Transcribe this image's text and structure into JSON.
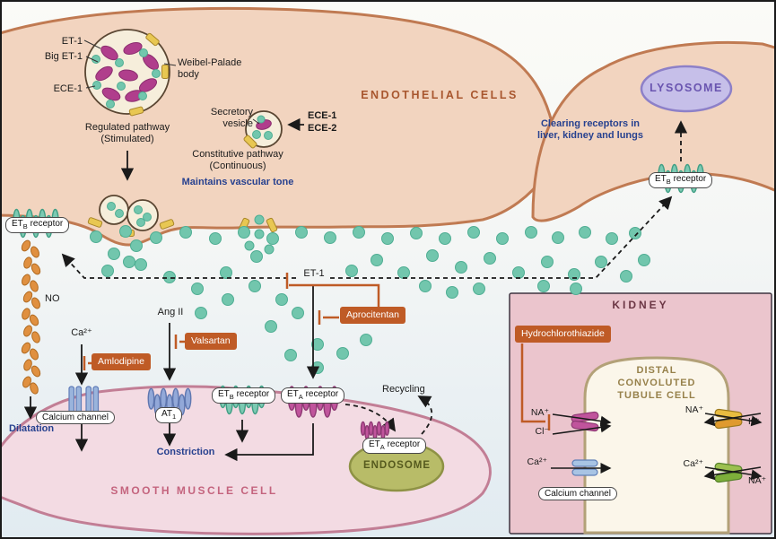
{
  "cells": {
    "endothelial": "ENDOTHELIAL CELLS",
    "smooth_muscle": "SMOOTH MUSCLE CELL",
    "kidney": "KIDNEY",
    "lysosome": "LYSOSOME",
    "endosome": "ENDOSOME",
    "dct_line1": "DISTAL",
    "dct_line2": "CONVOLUTED",
    "dct_line3": "TUBULE CELL"
  },
  "wpb": {
    "et1": "ET-1",
    "big_et1": "Big ET-1",
    "ece1": "ECE-1",
    "name_line1": "Weibel-Palade",
    "name_line2": "body"
  },
  "pathways": {
    "regulated_line1": "Regulated pathway",
    "regulated_line2": "(Stimulated)",
    "secretory_line1": "Secretory",
    "secretory_line2": "vesicle",
    "ece1": "ECE-1",
    "ece2": "ECE-2",
    "constitutive_line1": "Constitutive pathway",
    "constitutive_line2": "(Continuous)",
    "maintains": "Maintains vascular tone",
    "clearing_line1": "Clearing receptors in",
    "clearing_line2": "liver, kidney and lungs",
    "recycling": "Recycling"
  },
  "molecules": {
    "et1": "ET-1",
    "no": "NO",
    "ang2": "Ang II",
    "ca": "Ca²⁺",
    "na": "NA⁺",
    "cl": "Cl⁻",
    "k": "K⁺"
  },
  "effects": {
    "dilatation": "Dilatation",
    "constriction": "Constriction"
  },
  "drugs": {
    "aprocitentan": "Aprocitentan",
    "valsartan": "Valsartan",
    "amlodipine": "Amlodipine",
    "hydrochlorothiazide": "Hydrochlorothiazide"
  },
  "receptors": {
    "et": "ET",
    "sub_a": "A",
    "sub_b": "B",
    "receptor": "receptor",
    "at": "AT",
    "sub_1": "1",
    "calcium_channel": "Calcium channel"
  },
  "colors": {
    "endothelial_fill": "#f2d4bf",
    "endothelial_stroke": "#c07a52",
    "smc_fill": "#f3dbe3",
    "smc_stroke": "#c27e95",
    "et1_dot": "#72c6ad",
    "drug": "#bf5b26",
    "blue_text": "#27418f"
  }
}
